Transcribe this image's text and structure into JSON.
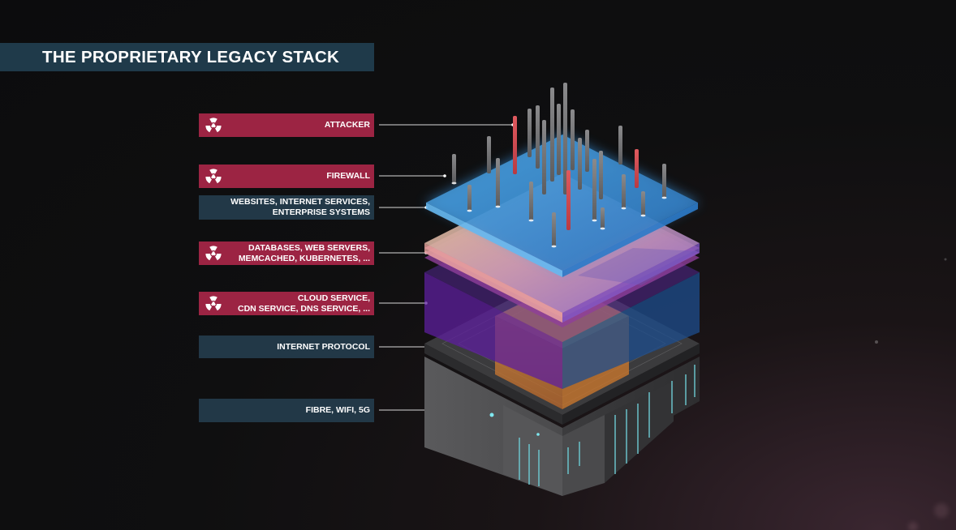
{
  "title": "THE PROPRIETARY LEGACY STACK",
  "colors": {
    "attack_red": "#9c2443",
    "slate": "#223847",
    "title_bg": "#1f3a4a",
    "connector": "#d8d8d8"
  },
  "layers": [
    {
      "label": "ATTACKER",
      "style": "red",
      "icon": "radiation-icon"
    },
    {
      "label": "FIREWALL",
      "style": "red",
      "icon": "radiation-icon"
    },
    {
      "label": "WEBSITES, INTERNET SERVICES,\nENTERPRISE SYSTEMS",
      "style": "slate",
      "icon": ""
    },
    {
      "label": "DATABASES, WEB SERVERS,\nMEMCACHED, KUBERNETES, ...",
      "style": "red",
      "icon": "radiation-icon"
    },
    {
      "label": "CLOUD SERVICE,\nCDN SERVICE, DNS SERVICE, ...",
      "style": "red",
      "icon": "radiation-icon"
    },
    {
      "label": "INTERNET PROTOCOL",
      "style": "slate",
      "icon": ""
    },
    {
      "label": "FIBRE, WIFI, 5G",
      "style": "slate",
      "icon": ""
    }
  ]
}
